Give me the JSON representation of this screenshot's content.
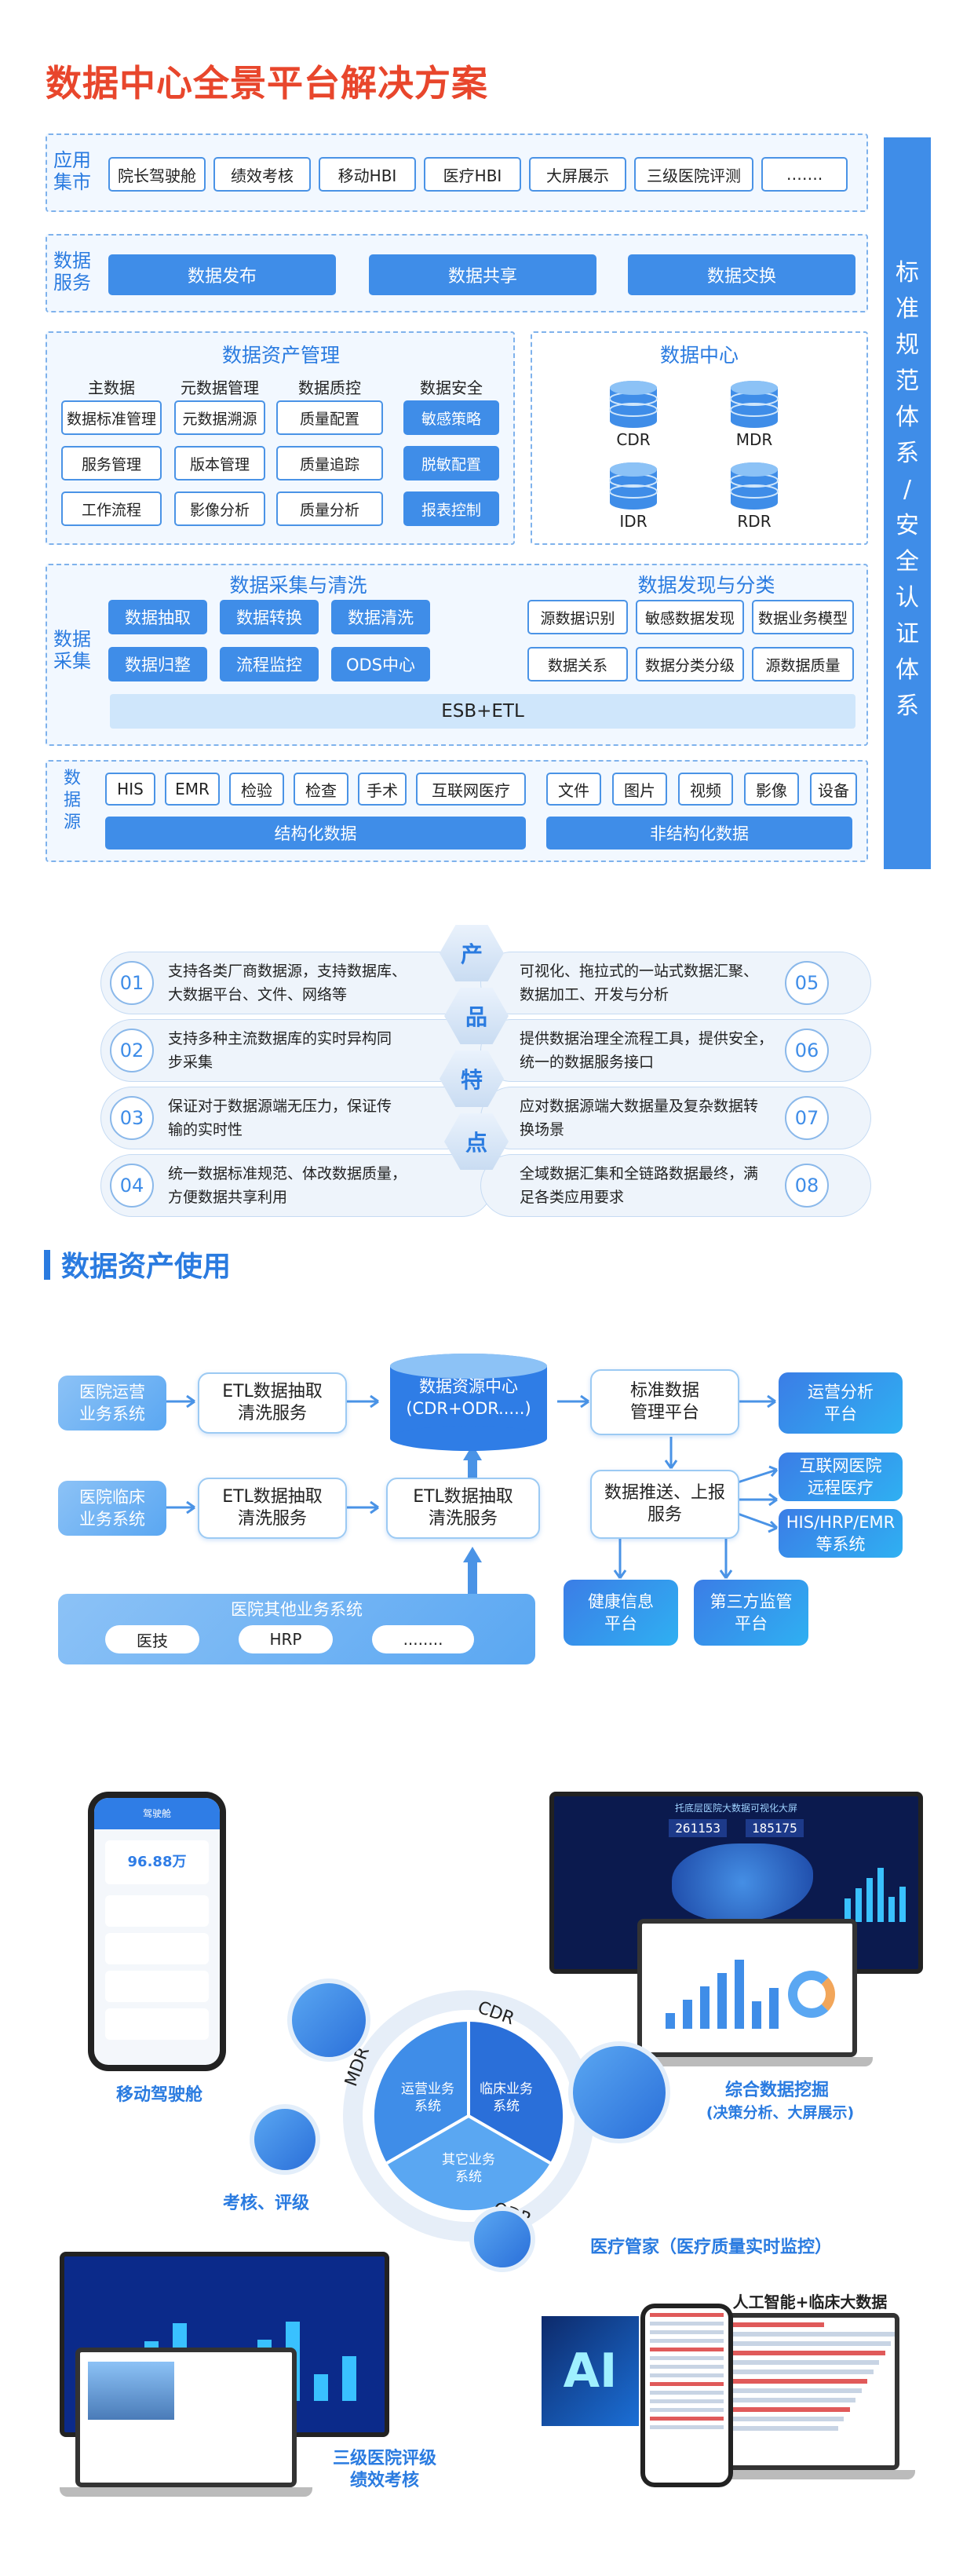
{
  "title": "数据中心全景平台解决方案",
  "arch": {
    "app_label": "应用\n集市",
    "apps": [
      "院长驾驶舱",
      "绩效考核",
      "移动HBI",
      "医疗HBI",
      "大屏展示",
      "三级医院评测",
      "……."
    ],
    "svc_label": "数据\n服务",
    "services": [
      "数据发布",
      "数据共享",
      "数据交换"
    ],
    "asset_title": "数据资产管理",
    "asset_cols": [
      "主数据",
      "元数据管理",
      "数据质控",
      "数据安全"
    ],
    "asset_rows": [
      [
        "数据标准管理",
        "元数据溯源",
        "质量配置",
        "敏感策略"
      ],
      [
        "服务管理",
        "版本管理",
        "质量追踪",
        "脱敏配置"
      ],
      [
        "工作流程",
        "影像分析",
        "质量分析",
        "报表控制"
      ]
    ],
    "center_title": "数据中心",
    "dbs": [
      "CDR",
      "MDR",
      "IDR",
      "RDR"
    ],
    "collect_label": "数据\n采集",
    "collect_title": "数据采集与清洗",
    "collect_items": [
      "数据抽取",
      "数据转换",
      "数据清洗",
      "数据归整",
      "流程监控",
      "ODS中心"
    ],
    "discover_title": "数据发现与分类",
    "discover_items": [
      "源数据识别",
      "敏感数据发现",
      "数据业务模型",
      "数据关系",
      "数据分类分级",
      "源数据质量"
    ],
    "esb": "ESB+ETL",
    "source_label": "数\n据\n源",
    "struct_items": [
      "HIS",
      "EMR",
      "检验",
      "检查",
      "手术",
      "互联网医疗"
    ],
    "struct_label": "结构化数据",
    "unstruct_items": [
      "文件",
      "图片",
      "视频",
      "影像",
      "设备"
    ],
    "unstruct_label": "非结构化数据",
    "side": [
      "标",
      "准",
      "规",
      "范",
      "体",
      "系",
      "/",
      "安",
      "全",
      "认",
      "证",
      "体",
      "系"
    ]
  },
  "features": {
    "hex": [
      "产",
      "品",
      "特",
      "点"
    ],
    "left": [
      {
        "num": "01",
        "text": "支持各类厂商数据源，支持数据库、\n大数据平台、文件、网络等"
      },
      {
        "num": "02",
        "text": "支持多种主流数据库的实时异构同\n步采集"
      },
      {
        "num": "03",
        "text": "保证对于数据源端无压力，保证传\n输的实时性"
      },
      {
        "num": "04",
        "text": "统一数据标准规范、体改数据质量，\n方便数据共享利用"
      }
    ],
    "right": [
      {
        "num": "05",
        "text": "可视化、拖拉式的一站式数据汇聚、\n数据加工、开发与分析"
      },
      {
        "num": "06",
        "text": "提供数据治理全流程工具，提供安全，\n统一的数据服务接口"
      },
      {
        "num": "07",
        "text": "应对数据源端大数据量及复杂数据转\n换场景"
      },
      {
        "num": "08",
        "text": "全域数据汇集和全链路数据最终，满\n足各类应用要求"
      }
    ]
  },
  "usage": {
    "title": "数据资产使用",
    "src1": "医院运营\n业务系统",
    "src2": "医院临床\n业务系统",
    "etl1": "ETL数据抽取\n清洗服务",
    "etl2": "ETL数据抽取\n清洗服务",
    "etl3": "ETL数据抽取\n清洗服务",
    "center": "数据资源中心\n(CDR+ODR.....)",
    "std": "标准数据\n管理平台",
    "push": "数据推送、上报\n服务",
    "out1": "运营分析\n平台",
    "out2": "互联网医院\n远程医疗",
    "out3": "HIS/HRP/EMR\n等系统",
    "health": "健康信息\n平台",
    "third": "第三方监管\n平台",
    "other_title": "医院其他业务系统",
    "other_items": [
      "医技",
      "HRP",
      "........"
    ]
  },
  "showcase": {
    "mobile": "移动驾驶舱",
    "mining": "综合数据挖掘",
    "mining_sub": "(决策分析、大屏展示)",
    "eval": "考核、评级",
    "med": "医疗管家（医疗质量实时监控）",
    "grade": "三级医院评级\n绩效考核",
    "ai_title": "人工智能+临床大数据",
    "ai": "AI",
    "ring": [
      "CDR",
      "ODR",
      "MDR"
    ],
    "pie": [
      "运营业务\n系统",
      "临床业务\n系统",
      "其它业务\n系统"
    ],
    "phone_title": "驾驶舱",
    "phone_value": "96.88万",
    "screen_title": "托底层医院大数据可视化大屏",
    "screen_nums": [
      "261153",
      "185175"
    ]
  },
  "colors": {
    "accent": "#3f8de8",
    "title": "#e8462c",
    "light": "#cfe6fb"
  }
}
